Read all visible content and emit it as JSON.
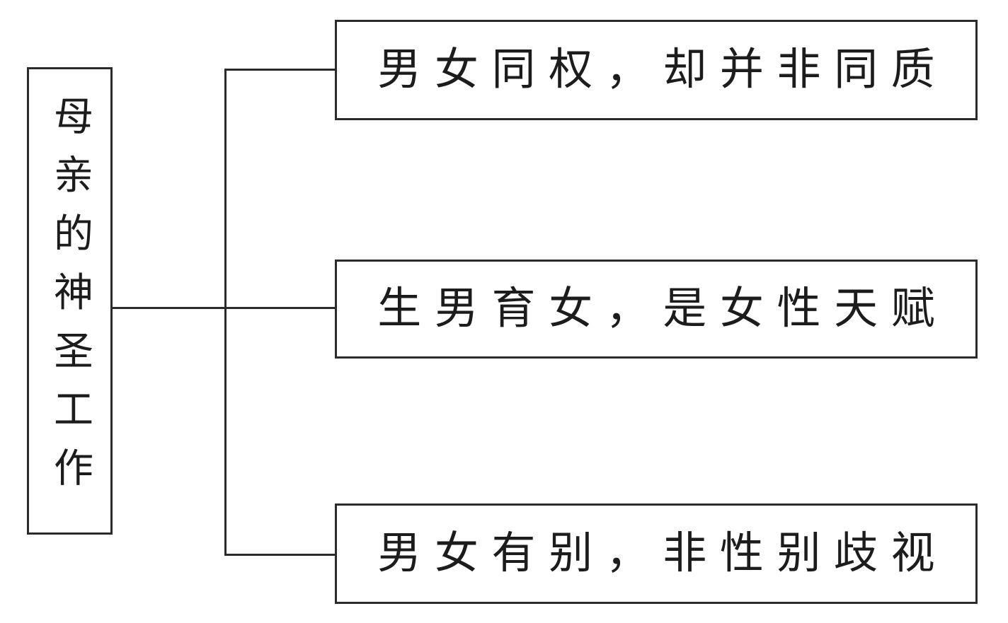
{
  "diagram": {
    "title_concept": "母亲的神圣工作",
    "root": {
      "label": "母亲的神圣工作"
    },
    "branches": [
      {
        "label": "男女同权，却并非同质"
      },
      {
        "label": "生男育女，是女性天赋"
      },
      {
        "label": "男女有别，非性别歧视"
      }
    ],
    "colors": {
      "line": "#2b2b2b",
      "text": "#1c1c1c",
      "background": "#ffffff"
    }
  }
}
